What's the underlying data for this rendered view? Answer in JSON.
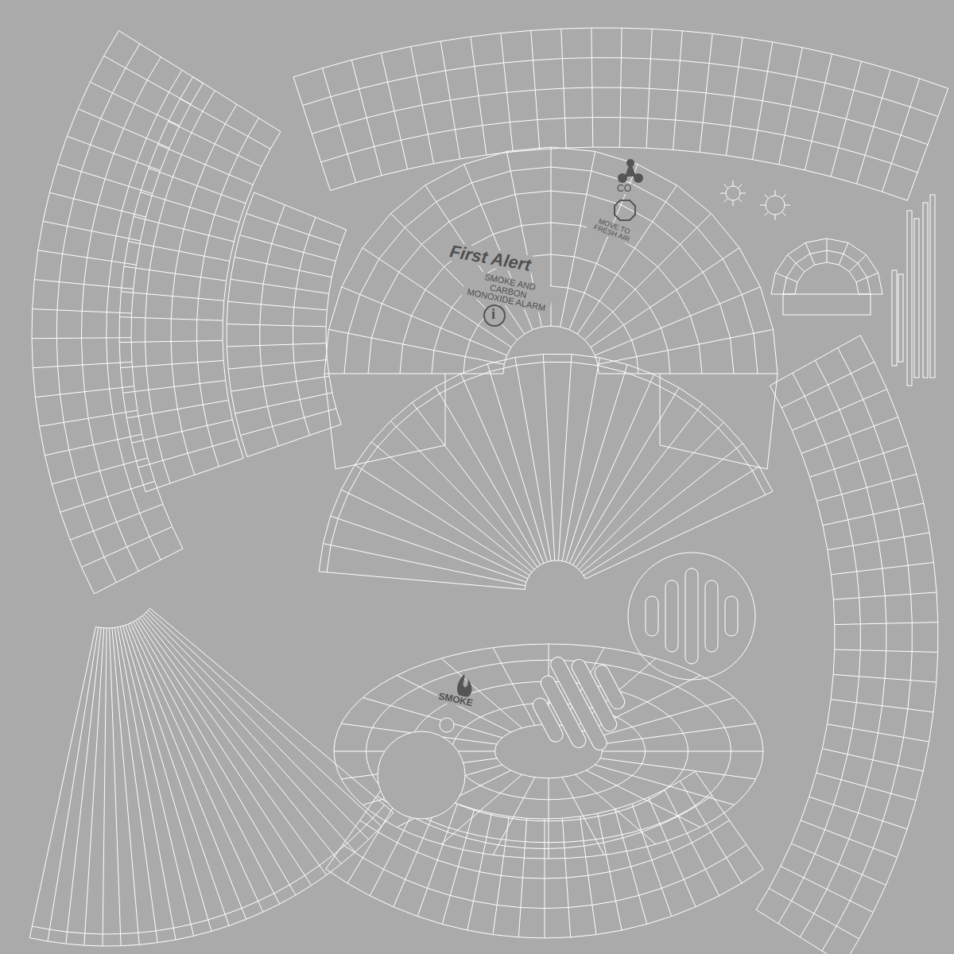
{
  "diagram": {
    "labels": [
      "First Alert",
      "SMOKE AND CARBON MONOXIDE ALARM",
      "i",
      "CO",
      "MOVE TO FRESH AIR",
      "SMOKE"
    ]
  }
}
